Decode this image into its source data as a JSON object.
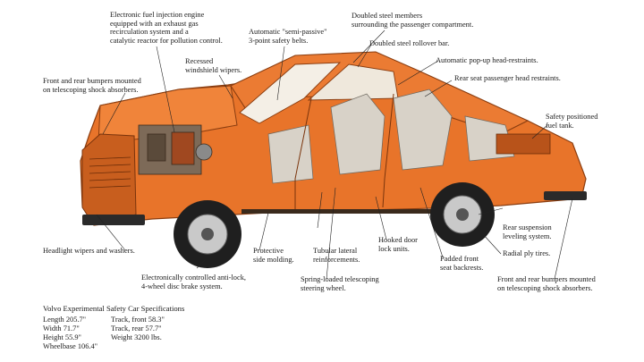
{
  "callouts": [
    {
      "id": "fuel-injection",
      "text": "Electronic fuel injection engine\nequipped with an exhaust gas\nrecirculation system and a\ncatalytic reactor for pollution control."
    },
    {
      "id": "safety-belts",
      "text": "Automatic \"semi-passive\"\n3-point safety belts."
    },
    {
      "id": "steel-members",
      "text": "Doubled steel members\nsurrounding the passenger compartment."
    },
    {
      "id": "rollover-bar",
      "text": "Doubled steel rollover bar."
    },
    {
      "id": "windshield-wipers",
      "text": "Recessed\nwindshield wipers."
    },
    {
      "id": "head-restraints",
      "text": "Automatic pop-up head-restraints."
    },
    {
      "id": "rear-head-restraints",
      "text": "Rear seat passenger head restraints."
    },
    {
      "id": "front-bumpers",
      "text": "Front and rear bumpers mounted\non telescoping shock absorbers."
    },
    {
      "id": "fuel-tank",
      "text": "Safety positioned\nfuel tank."
    },
    {
      "id": "headlight-wipers",
      "text": "Headlight wipers and washers."
    },
    {
      "id": "side-molding",
      "text": "Protective\nside molding."
    },
    {
      "id": "lateral-reinforcements",
      "text": "Tubular lateral\nreinforcements."
    },
    {
      "id": "door-lock",
      "text": "Hooked door\nlock units."
    },
    {
      "id": "seat-backrests",
      "text": "Padded front\nseat backrests."
    },
    {
      "id": "rear-suspension",
      "text": "Rear suspension\nleveling system."
    },
    {
      "id": "radial-tires",
      "text": "Radial ply tires."
    },
    {
      "id": "anti-lock",
      "text": "Electronically controlled anti-lock,\n4-wheel disc brake system."
    },
    {
      "id": "steering-wheel",
      "text": "Spring-loaded telescoping\nsteering wheel."
    },
    {
      "id": "rear-bumpers",
      "text": "Front and rear bumpers mounted\non telescoping shock absorbers."
    }
  ],
  "specs": {
    "title": "Volvo Experimental Safety Car Specifications",
    "left": [
      "Length 205.7\"",
      "Width 71.7\"",
      "Height 55.9\"",
      "Wheelbase 106.4\""
    ],
    "right": [
      "Track, front 58.3\"",
      "Track, rear 57.7\"",
      "Weight 3200 lbs."
    ]
  },
  "colors": {
    "body": "#e8742a",
    "body_dark": "#b8531a",
    "interior": "#d8d2c8",
    "leader": "#222222",
    "text": "#1a1a1a"
  }
}
